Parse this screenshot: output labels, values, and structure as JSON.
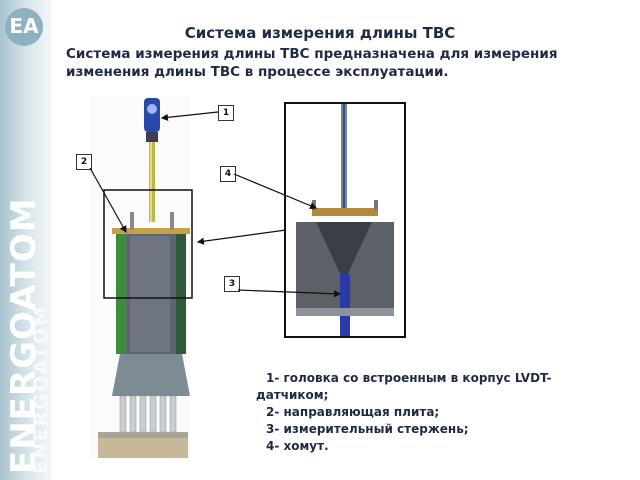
{
  "brand": {
    "logo_letters": "EA",
    "vertical_text_large": "ENERGOATOM",
    "vertical_text_small": "ENERGOATOM",
    "color_sidebar": "#a9c4cf"
  },
  "header": {
    "title": "Система измерения длины ТВС",
    "intro": "Система измерения длины ТВС предназначена для измерения изменения длины ТВС в процессе эксплуатации."
  },
  "callouts": [
    "1",
    "2",
    "3",
    "4"
  ],
  "legend": {
    "item1_line1": "1- головка со встроенным в корпус LVDT-",
    "item1_line2": "датчиком;",
    "item2": "2- направляющая плита;",
    "item3": "3- измерительный стержень;",
    "item4": "4- хомут."
  }
}
